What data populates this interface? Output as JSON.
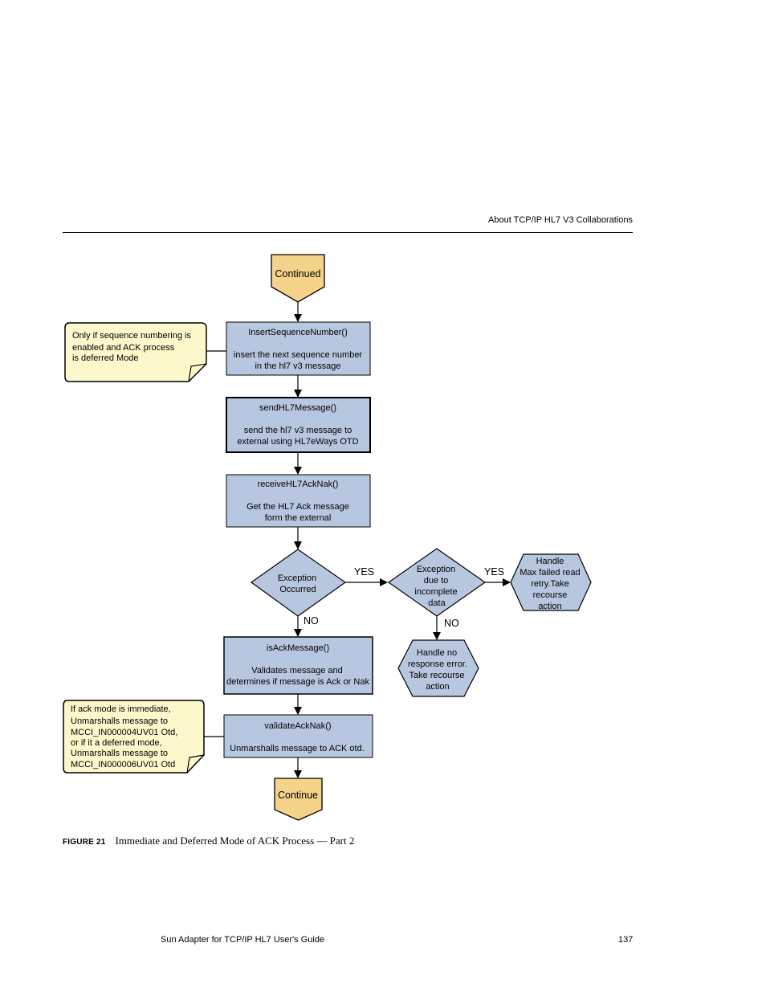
{
  "header": {
    "section_title": "About TCP/IP HL7 V3 Collaborations"
  },
  "diagram": {
    "start_connector": "Continued",
    "end_connector": "Continue",
    "steps": [
      {
        "title": "InsertSequenceNumber()",
        "lines": [
          "insert the next sequence number",
          "in the hl7 v3 message"
        ]
      },
      {
        "title": "sendHL7Message()",
        "lines": [
          "send the hl7 v3 message to",
          "external using HL7eWays OTD"
        ]
      },
      {
        "title": "receiveHL7AckNak()",
        "lines": [
          "Get the HL7 Ack message",
          "form the external"
        ]
      },
      {
        "title": "isAckMessage()",
        "lines": [
          "Validates message and",
          "determines if message is Ack or Nak"
        ]
      },
      {
        "title": "validateAckNak()",
        "lines": [
          "Unmarshalls message to ACK otd."
        ]
      }
    ],
    "decisions": [
      {
        "lines": [
          "Exception",
          "Occurred"
        ]
      },
      {
        "lines": [
          "Exception",
          "due to",
          "incomplete",
          "data"
        ]
      }
    ],
    "actions": [
      {
        "lines": [
          "Handle",
          "Max failed read",
          "retry.Take",
          "recourse",
          "action"
        ]
      },
      {
        "lines": [
          "Handle no",
          "response error.",
          "Take recourse",
          "action"
        ]
      }
    ],
    "edge_labels": {
      "yes1": "YES",
      "yes2": "YES",
      "no1": "NO",
      "no2": "NO"
    },
    "notes": [
      {
        "lines": [
          "Only if sequence numbering is",
          "enabled and ACK process",
          "is deferred Mode"
        ]
      },
      {
        "lines": [
          "If ack mode is immediate,",
          "Unmarshalls message to",
          "MCCI_IN000004UV01 Otd,",
          "or if it a deferred mode,",
          "Unmarshalls message to",
          "MCCI_IN000006UV01  Otd"
        ]
      }
    ],
    "colors": {
      "process": "#b8c7e0",
      "connector": "#f5d38a",
      "note": "#fcf8cc",
      "stroke": "#000000"
    }
  },
  "figure": {
    "number": "FIGURE 21",
    "caption": "Immediate and Deferred Mode of ACK Process — Part 2"
  },
  "footer": {
    "book_title": "Sun Adapter for TCP/IP HL7 User's Guide",
    "page_number": "137"
  }
}
